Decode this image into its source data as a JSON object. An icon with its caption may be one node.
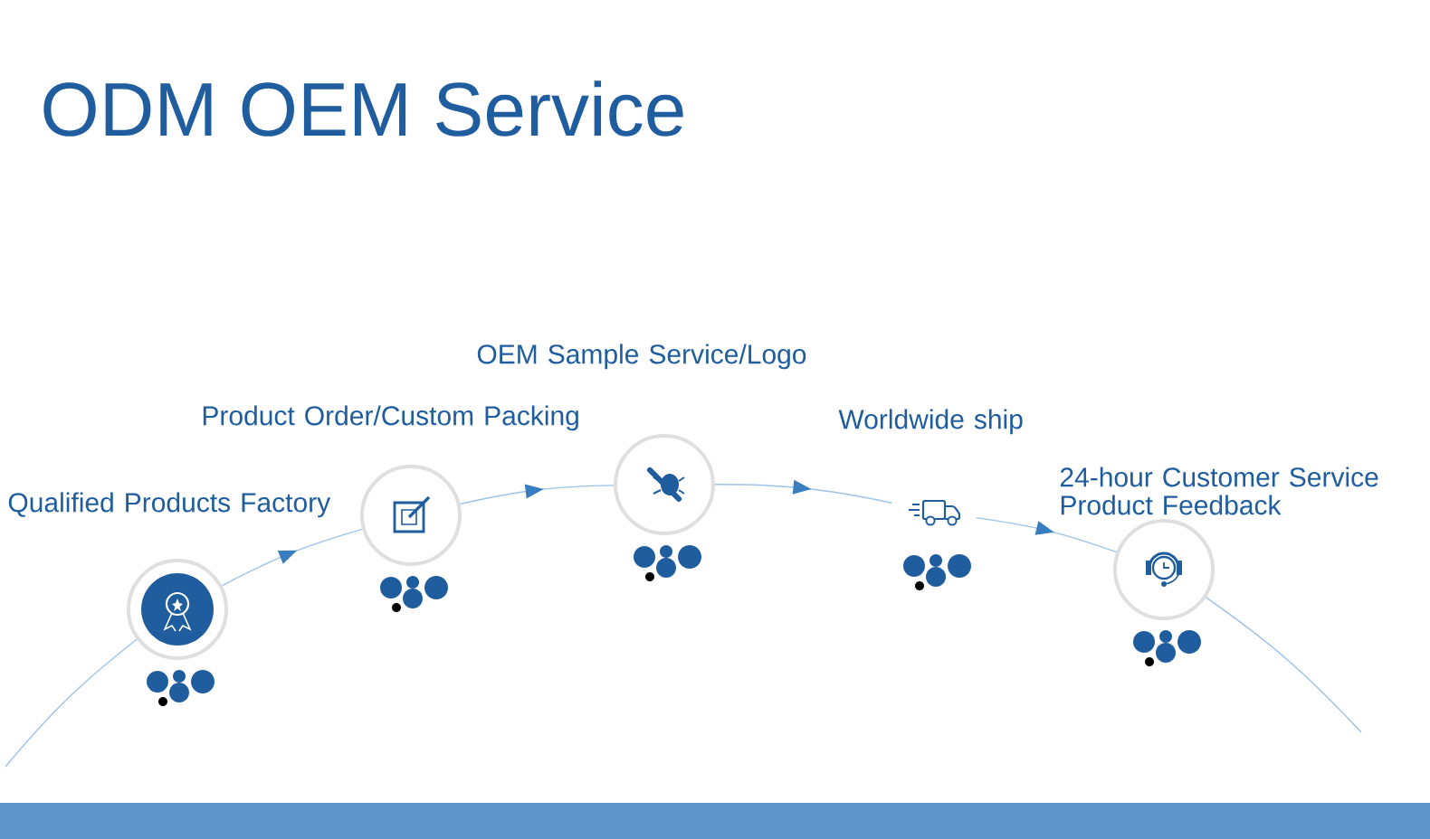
{
  "diagram": {
    "title": "ODM OEM Service",
    "nodes": [
      {
        "text": [
          "Qualified Products Factory"
        ]
      },
      {
        "text": [
          "Product Order/Custom Packing"
        ]
      },
      {
        "text": [
          "OEM Sample Service/Logo"
        ]
      },
      {
        "text": [
          "Worldwide ship"
        ]
      },
      {
        "text": [
          "24-hour Customer Service Product Feedback"
        ]
      }
    ],
    "edges": [
      {
        "from": null,
        "to": 0,
        "arrow": "none"
      },
      {
        "from": 0,
        "to": 1,
        "arrow": "to"
      },
      {
        "from": 1,
        "to": 2,
        "arrow": "to"
      },
      {
        "from": 2,
        "to": 3,
        "arrow": "to"
      },
      {
        "from": 3,
        "to": 4,
        "arrow": "to"
      },
      {
        "from": 4,
        "to": null,
        "arrow": "none"
      }
    ]
  }
}
